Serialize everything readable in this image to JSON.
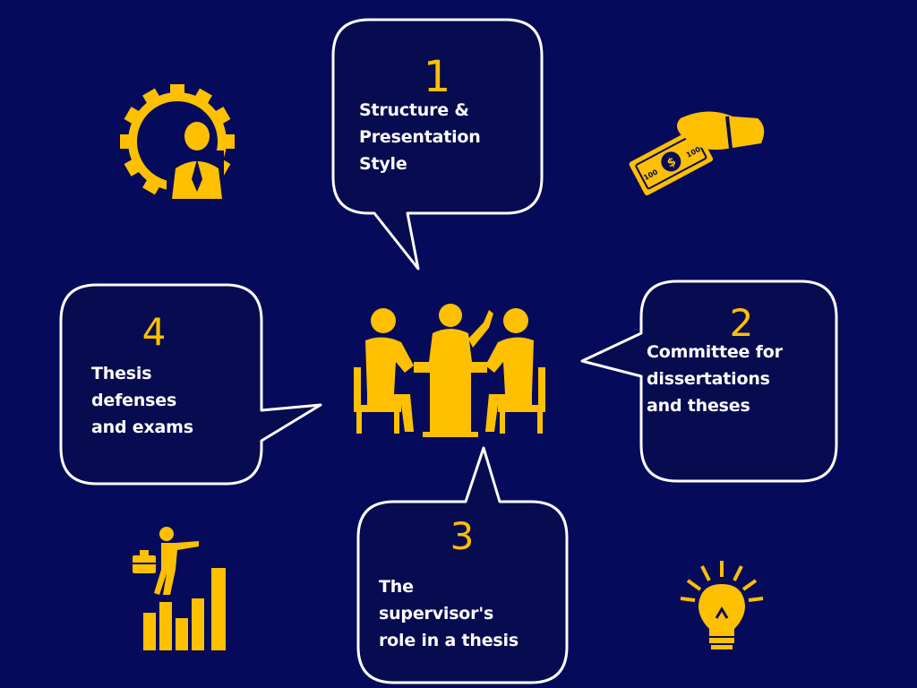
{
  "colors": {
    "background": "#050a5a",
    "accent": "#ffc000",
    "bubble_fill": "#070b4f",
    "bubble_stroke": "#ffffff",
    "text": "#ffffff"
  },
  "bubbles": [
    {
      "number": "1",
      "lines": [
        "Structure &",
        "Presentation",
        "Style"
      ]
    },
    {
      "number": "2",
      "lines": [
        "Committee for",
        "dissertations",
        "and theses"
      ]
    },
    {
      "number": "3",
      "lines": [
        "The",
        "supervisor's",
        "role in a thesis"
      ]
    },
    {
      "number": "4",
      "lines": [
        "Thesis",
        "defenses",
        "and exams"
      ]
    }
  ],
  "icons": {
    "center": "meeting-table-icon",
    "top_left": "gear-person-icon",
    "top_right": "hand-money-icon",
    "bottom_left": "growth-chart-icon",
    "bottom_right": "lightbulb-icon"
  }
}
